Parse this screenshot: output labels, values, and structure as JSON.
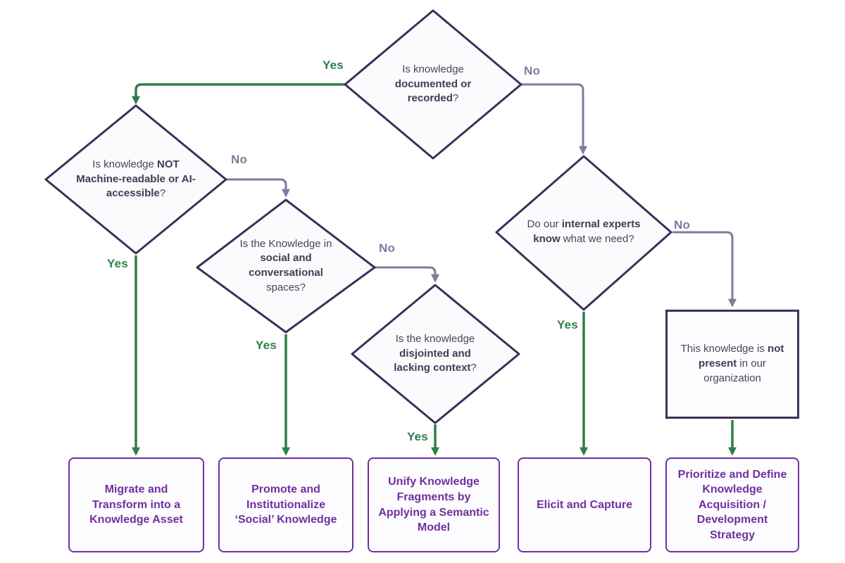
{
  "colors": {
    "yes_green": "#2E7D4B",
    "no_purple": "#84789D",
    "decision_border": "#3E2F5B",
    "outcome_purple": "#7030A0"
  },
  "decisions": [
    {
      "name": "documented",
      "pre": "Is knowledge ",
      "bold": "documented or recorded",
      "post": "?"
    },
    {
      "name": "machine-readable",
      "pre": "Is knowledge ",
      "bold": "NOT Machine-readable or AI-accessible",
      "post": "?"
    },
    {
      "name": "social-spaces",
      "pre": "Is the Knowledge in ",
      "bold": "social and conversational",
      "post": " spaces?"
    },
    {
      "name": "disjointed",
      "pre": "Is the knowledge ",
      "bold": "disjointed and lacking context",
      "post": "?"
    },
    {
      "name": "experts-know",
      "pre": "Do our ",
      "bold": "internal experts know",
      "post": " what we need?"
    }
  ],
  "note": {
    "pre": "This knowledge is ",
    "bold": "not present",
    "post": " in our organization"
  },
  "edge_labels": {
    "documented_yes": "Yes",
    "documented_no": "No",
    "machine_yes": "Yes",
    "machine_no": "No",
    "social_yes": "Yes",
    "social_no": "No",
    "disjointed_yes": "Yes",
    "experts_yes": "Yes",
    "experts_no": "No"
  },
  "outcomes": [
    "Migrate and Transform into a Knowledge Asset",
    "Promote and Institutionalize ‘Social’ Knowledge",
    "Unify Knowledge Fragments by Applying a Semantic Model",
    "Elicit and Capture",
    "Prioritize and Define Knowledge Acquisition / Development Strategy"
  ]
}
